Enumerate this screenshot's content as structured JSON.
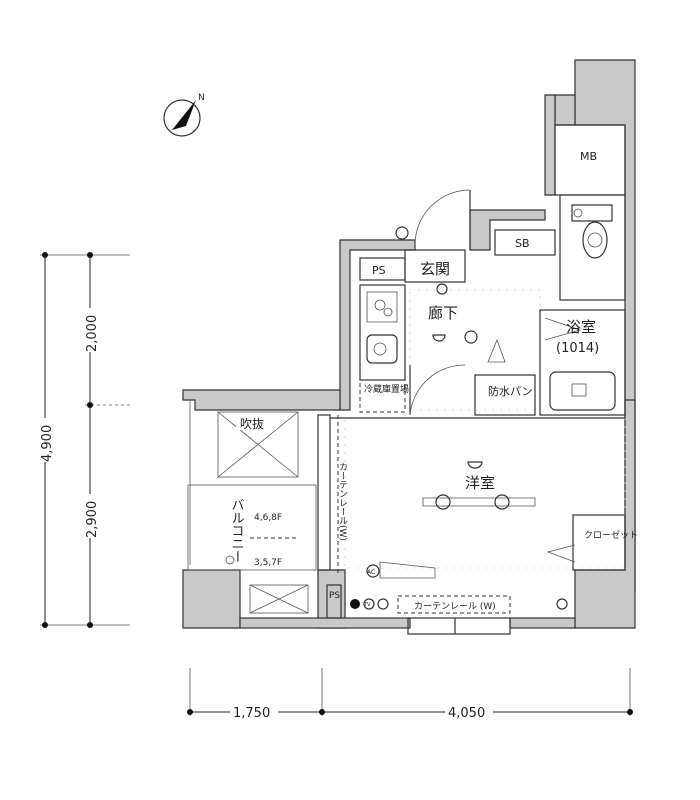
{
  "compass": {
    "label": "N"
  },
  "dimensions": {
    "total_height": "4,900",
    "upper_height": "2,000",
    "lower_height": "2,900",
    "left_width": "1,750",
    "right_width": "4,050"
  },
  "rooms": {
    "mb": "MB",
    "sb": "SB",
    "ps_top": "PS",
    "entrance": "玄関",
    "hallway": "廊下",
    "bathroom": "浴室",
    "bathroom_size": "(1014)",
    "fridge": "冷蔵庫置場",
    "washer_pan": "防水パン",
    "western_room": "洋室",
    "void": "吹抜",
    "balcony": "バルコニー",
    "balcony_floors_upper": "4,6,8F",
    "balcony_floors_lower": "3,5,7F",
    "closet": "クローゼット",
    "ps_bottom": "PS",
    "curtain_rail_side": "カーテンレール(W)",
    "curtain_rail_bottom": "カーテンレール (W)",
    "ac": "AC",
    "tv": "TV"
  }
}
